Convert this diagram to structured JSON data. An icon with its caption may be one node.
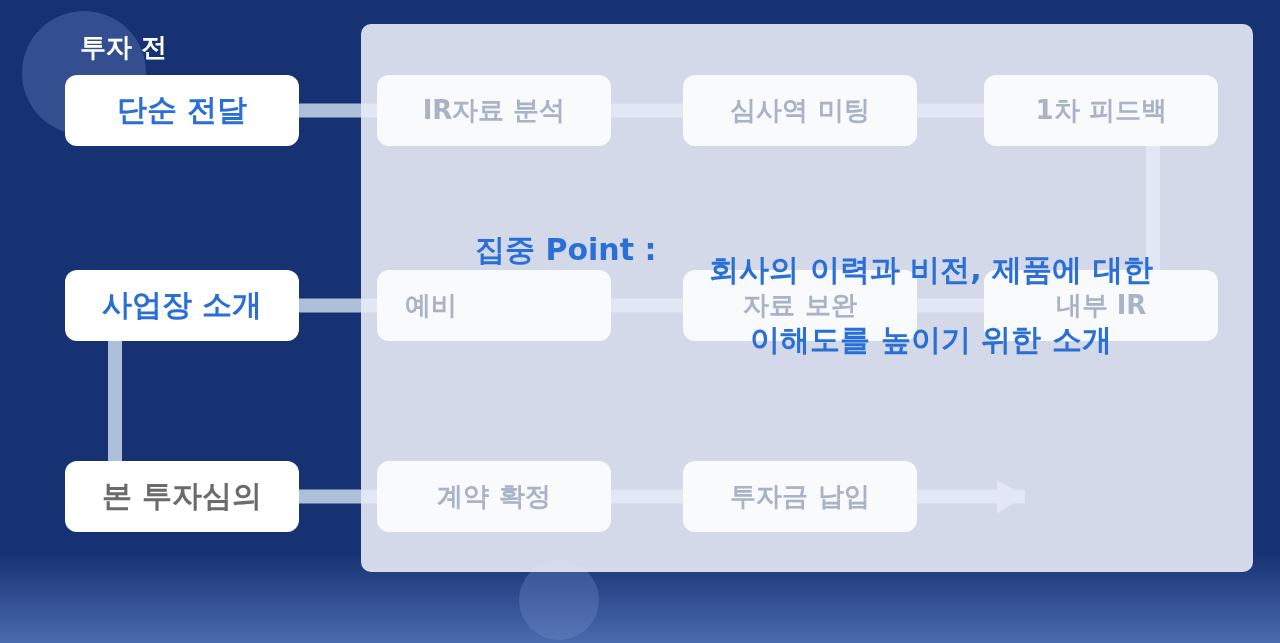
{
  "diagram": {
    "nodes": [
      {
        "text": [
          "단순 전달"
        ],
        "beside": [
          "투자 전"
        ]
      },
      {
        "text": [
          "사업장 소개"
        ]
      },
      {
        "text": [
          "본 투자심의"
        ]
      },
      {
        "text": [
          "집중 Point :",
          "회사의 이력과 비전, 제품에 대한 이해도를 높이기 위한 소개"
        ]
      },
      {
        "text": [
          "IR자료 분석"
        ],
        "in": 3
      },
      {
        "text": [
          "심사역 미팅"
        ],
        "in": 3
      },
      {
        "text": [
          "1차 피드백"
        ],
        "in": 3
      },
      {
        "text": [
          "예비"
        ],
        "in": 3
      },
      {
        "text": [
          "자료 보완"
        ],
        "in": 3
      },
      {
        "text": [
          "내부 IR"
        ],
        "in": 3
      },
      {
        "text": [
          "계약 확정"
        ],
        "in": 3
      },
      {
        "text": [
          "투자금 납입"
        ],
        "in": 3
      }
    ],
    "edges": [
      {
        "from": 0,
        "to": 4,
        "arrow": "none"
      },
      {
        "from": 4,
        "to": 5,
        "arrow": "none"
      },
      {
        "from": 5,
        "to": 6,
        "arrow": "none"
      },
      {
        "from": 6,
        "to": 9,
        "arrow": "none"
      },
      {
        "from": 1,
        "to": 7,
        "arrow": "none"
      },
      {
        "from": 7,
        "to": 8,
        "arrow": "none"
      },
      {
        "from": 8,
        "to": 9,
        "arrow": "none"
      },
      {
        "from": 1,
        "to": 2,
        "arrow": "none"
      },
      {
        "from": 2,
        "to": 10,
        "arrow": "none"
      },
      {
        "from": 10,
        "to": 11,
        "arrow": "none"
      },
      {
        "from": 11,
        "to": null,
        "arrow": "to"
      }
    ]
  }
}
